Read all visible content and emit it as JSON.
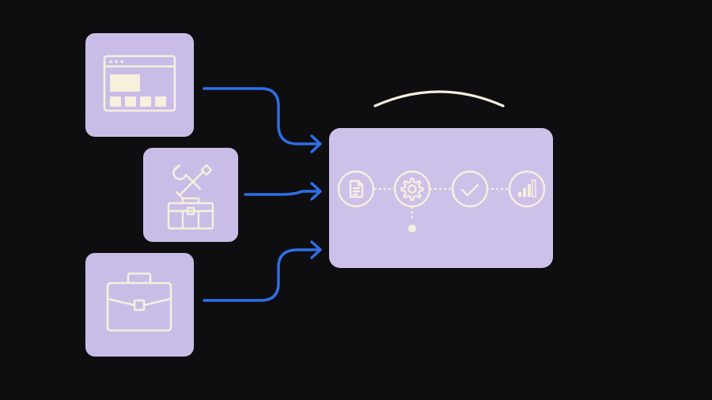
{
  "colors": {
    "background": "#0e0e10",
    "tile": "#c9bde8",
    "hub": "#cdc1ea",
    "glyph": "#f6f0dc",
    "arrow": "#2f6fe8",
    "arc": "#f3eede"
  },
  "inputs": [
    {
      "name": "web-app-tile",
      "icon": "browser-window-icon"
    },
    {
      "name": "tools-tile",
      "icon": "wrench-screwdriver-toolbox-icon"
    },
    {
      "name": "business-tile",
      "icon": "briefcase-icon"
    }
  ],
  "hub": {
    "steps": [
      {
        "name": "document-step",
        "icon": "document-icon"
      },
      {
        "name": "settings-step",
        "icon": "gear-icon"
      },
      {
        "name": "approve-step",
        "icon": "checkmark-icon"
      },
      {
        "name": "analytics-step",
        "icon": "bar-chart-icon"
      }
    ]
  }
}
